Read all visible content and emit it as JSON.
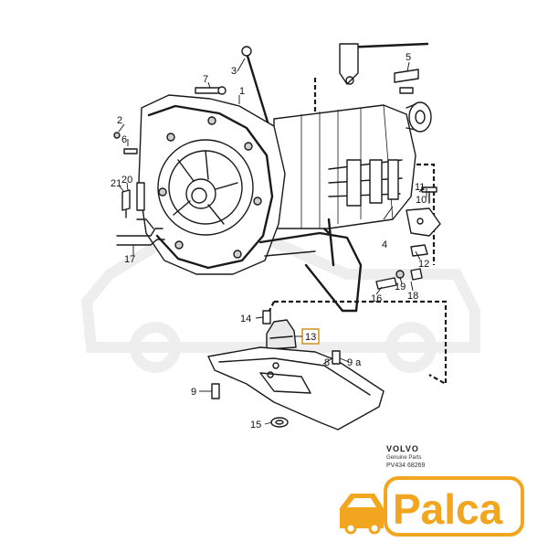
{
  "diagram": {
    "labels": {
      "p1": "1",
      "p2": "2",
      "p3": "3",
      "p4": "4",
      "p5": "5",
      "p6": "6",
      "p7": "7",
      "p8": "8",
      "p9": "9",
      "p9a": "9 a",
      "p10": "10",
      "p11": "11",
      "p12": "12",
      "p13": "13",
      "p14": "14",
      "p15": "15",
      "p16": "16",
      "p17": "17",
      "p18": "18",
      "p19": "19",
      "p20": "20",
      "p21": "21"
    },
    "highlight": "13",
    "highlight_color": "#d49a2a"
  },
  "footer": {
    "brand": "VOLVO",
    "subtitle": "Genuine Parts",
    "code": "PV434 68269"
  },
  "logo": {
    "text": "Palca",
    "color": "#f2a51f",
    "icon": "car-icon"
  }
}
